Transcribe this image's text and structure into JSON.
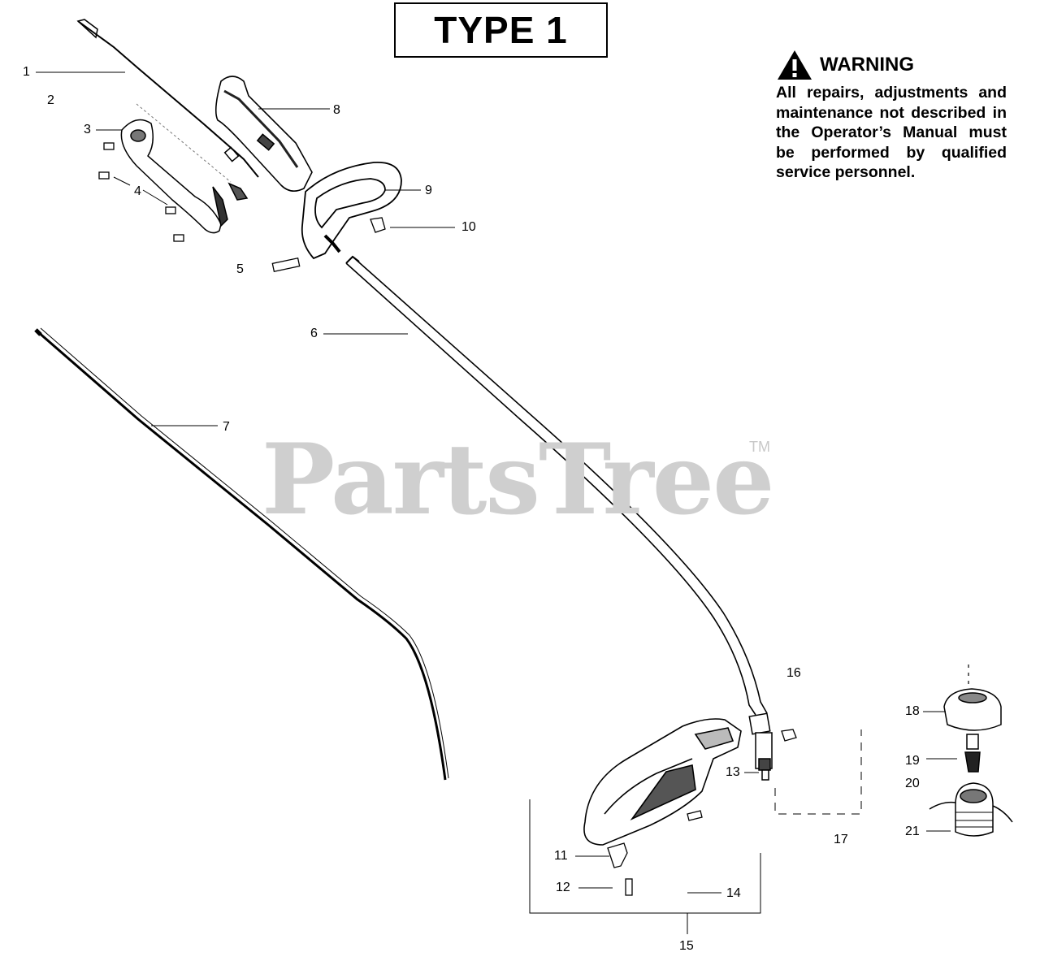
{
  "title": "TYPE 1",
  "warning": {
    "heading": "WARNING",
    "body": "All repairs, adjustments and maintenance not described in the Operator’s Manual must be performed by qualified service personnel."
  },
  "watermark": {
    "brand": "PartsTree",
    "tm": "TM"
  },
  "callouts": [
    "1",
    "2",
    "3",
    "4",
    "5",
    "6",
    "7",
    "8",
    "9",
    "10",
    "11",
    "12",
    "13",
    "14",
    "15",
    "16",
    "17",
    "18",
    "19",
    "20",
    "21"
  ]
}
